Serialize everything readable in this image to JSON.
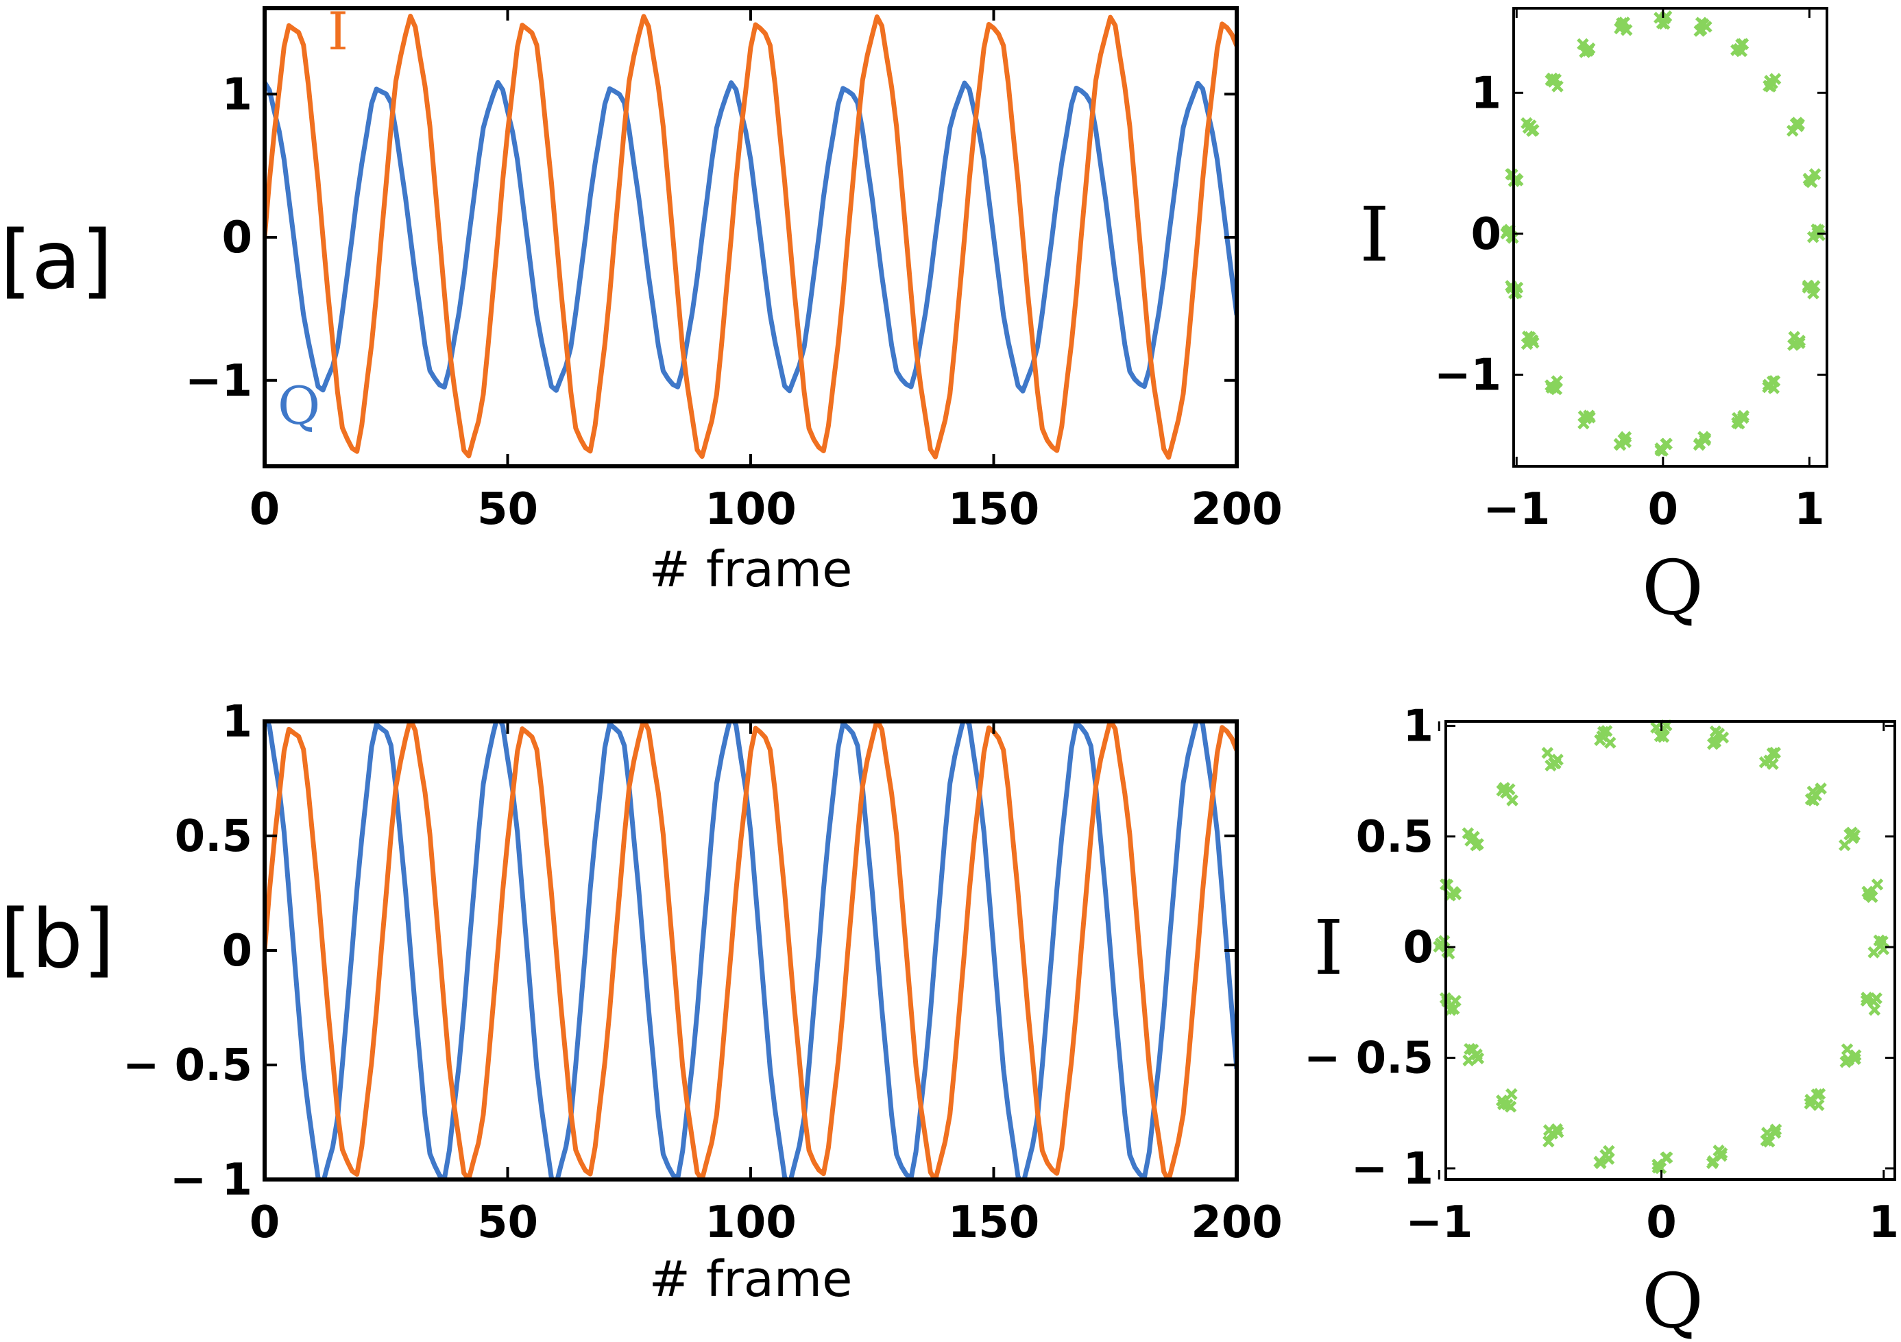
{
  "panels": [
    {
      "label": "[a]",
      "time_plot": {
        "xlabel": "# frame",
        "xlim": [
          0,
          200
        ],
        "ylim": [
          -1.6,
          1.6
        ],
        "xticks": [
          0,
          50,
          100,
          150,
          200
        ],
        "yticks": [
          -1,
          0,
          1
        ],
        "series_labels": {
          "I": "I",
          "Q": "Q"
        }
      },
      "scatter": {
        "xlabel": "Q",
        "ylabel": "I",
        "xlim": [
          -1.02,
          1.12
        ],
        "ylim": [
          -1.65,
          1.6
        ],
        "xticks": [
          -1,
          0,
          1
        ],
        "yticks": [
          -1,
          0,
          1
        ]
      }
    },
    {
      "label": "[b]",
      "time_plot": {
        "xlabel": "# frame",
        "xlim": [
          0,
          200
        ],
        "ylim": [
          -1,
          1
        ],
        "xticks": [
          0,
          50,
          100,
          150,
          200
        ],
        "yticks": [
          -1,
          -0.5,
          0,
          0.5,
          1
        ]
      },
      "scatter": {
        "xlabel": "Q",
        "ylabel": "I",
        "xlim": [
          -0.97,
          1.05
        ],
        "ylim": [
          -1.05,
          1.02
        ],
        "xticks": [
          -1,
          0,
          1
        ],
        "yticks": [
          -1,
          -0.5,
          0,
          0.5,
          1
        ]
      }
    }
  ],
  "chart_data": [
    {
      "type": "line",
      "panel": "[a]",
      "xlabel": "# frame",
      "ylabel": "",
      "xlim": [
        0,
        200
      ],
      "ylim": [
        -1.6,
        1.6
      ],
      "x": {
        "start": 0,
        "stop": 200,
        "step": 1
      },
      "series": [
        {
          "name": "I",
          "color": "#f07020",
          "model": "sine",
          "amplitude": 1.5,
          "period_frames": 24,
          "phase_deg": 0,
          "start_value": 0
        },
        {
          "name": "Q",
          "color": "#3f78c9",
          "model": "cosine",
          "amplitude": 1.05,
          "period_frames": 24,
          "phase_deg": 0,
          "start_value": 1.05
        }
      ]
    },
    {
      "type": "scatter",
      "panel": "[a]",
      "xlabel": "Q",
      "ylabel": "I",
      "xlim": [
        -1.02,
        1.12
      ],
      "ylim": [
        -1.65,
        1.6
      ],
      "marker": "x",
      "color": "#88d45c",
      "shape": "ellipse",
      "q_radius": 1.05,
      "i_radius": 1.52,
      "clusters_per_cycle": 24
    },
    {
      "type": "line",
      "panel": "[b]",
      "xlabel": "# frame",
      "ylabel": "",
      "xlim": [
        0,
        200
      ],
      "ylim": [
        -1,
        1
      ],
      "x": {
        "start": 0,
        "stop": 200,
        "step": 1
      },
      "series": [
        {
          "name": "I",
          "color": "#f07020",
          "model": "sine",
          "amplitude": 0.98,
          "period_frames": 24,
          "phase_deg": 0,
          "start_value": 0
        },
        {
          "name": "Q",
          "color": "#3f78c9",
          "model": "cosine",
          "amplitude": 1.0,
          "period_frames": 24,
          "phase_deg": 0,
          "start_value": 1.0
        }
      ]
    },
    {
      "type": "scatter",
      "panel": "[b]",
      "xlabel": "Q",
      "ylabel": "I",
      "xlim": [
        -0.97,
        1.05
      ],
      "ylim": [
        -1.05,
        1.02
      ],
      "marker": "x",
      "color": "#88d45c",
      "shape": "circle",
      "q_radius": 0.98,
      "i_radius": 0.98,
      "clusters_per_cycle": 24
    }
  ],
  "colors": {
    "I": "#f07020",
    "Q": "#3f78c9",
    "scatter": "#88d45c",
    "axes": "#000000"
  }
}
